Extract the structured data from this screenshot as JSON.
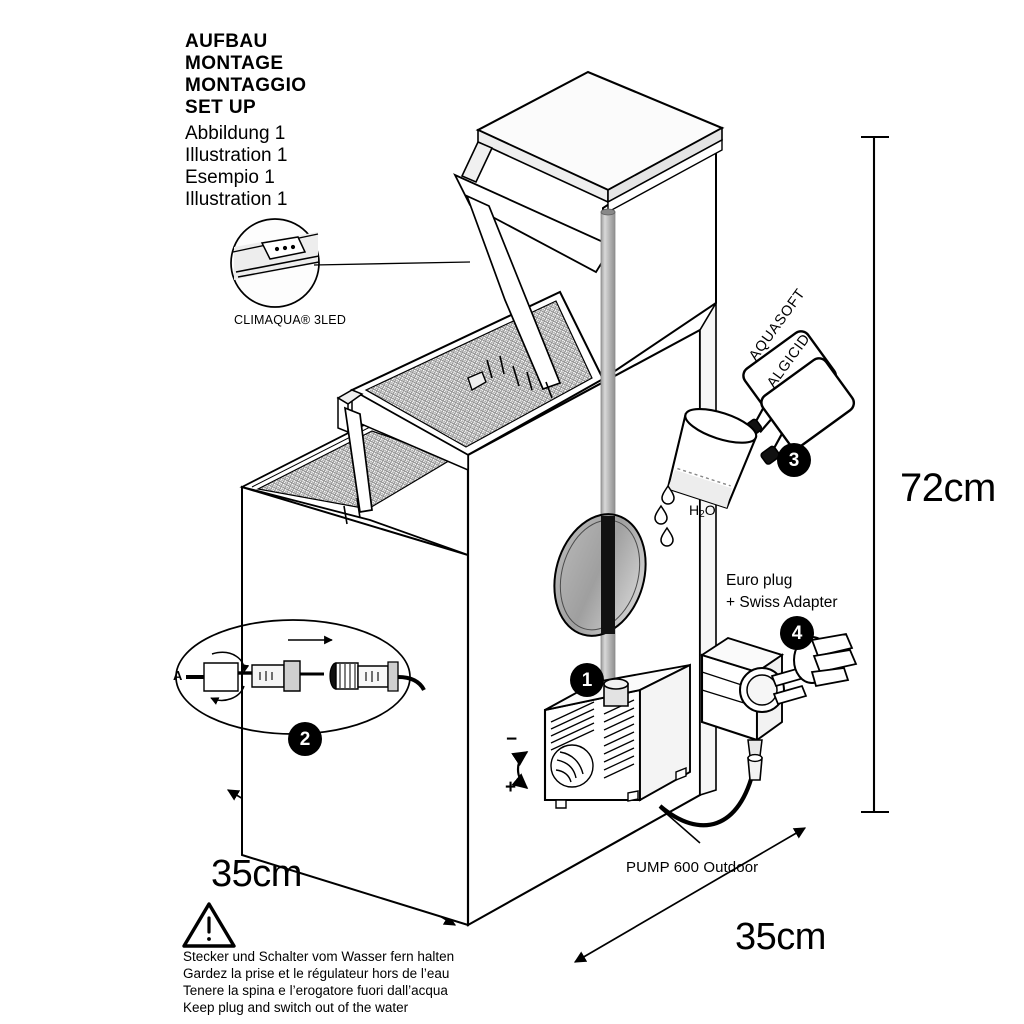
{
  "heading": {
    "bold_lines": [
      "AUFBAU",
      "MONTAGE",
      "MONTAGGIO",
      "SET UP"
    ],
    "sub_lines": [
      "Abbildung 1",
      "Illustration 1",
      "Esempio 1",
      "Illustration 1"
    ]
  },
  "dimensions": {
    "height": "72cm",
    "width_left": "35cm",
    "depth_right": "35cm"
  },
  "callouts": {
    "led_label": "CLIMAQUA® 3LED",
    "connector_marker": "A",
    "pump_label": "PUMP 600 Outdoor",
    "plug_label_line1": "Euro plug",
    "plug_label_line2": "+ Swiss Adapter",
    "water_label_h2o": "H",
    "water_label_sub": "2",
    "water_label_tail": "O",
    "bottle_left": "AQUASOFT",
    "bottle_right": "ALGICID",
    "flow_minus": "−",
    "flow_plus": "+"
  },
  "badges": [
    {
      "number": "1",
      "name": "pump"
    },
    {
      "number": "2",
      "name": "cable-connector"
    },
    {
      "number": "3",
      "name": "water-treatment"
    },
    {
      "number": "4",
      "name": "power-adapter"
    }
  ],
  "warning": {
    "lines": [
      "Stecker und Schalter vom Wasser fern halten",
      "Gardez la prise et le régulateur hors de l’eau",
      "Tenere la spina e l’erogatore fuori dall’acqua",
      "Keep plug and switch out of the water"
    ]
  },
  "colors": {
    "ink": "#000000",
    "paper": "#ffffff",
    "panel_fill": "#ffffff",
    "mesh_gray": "#9a9a9a",
    "pipe_gray": "#b3b3b3",
    "disc_gray": "#a8a8a8",
    "shade_light": "#f2f2f2"
  }
}
